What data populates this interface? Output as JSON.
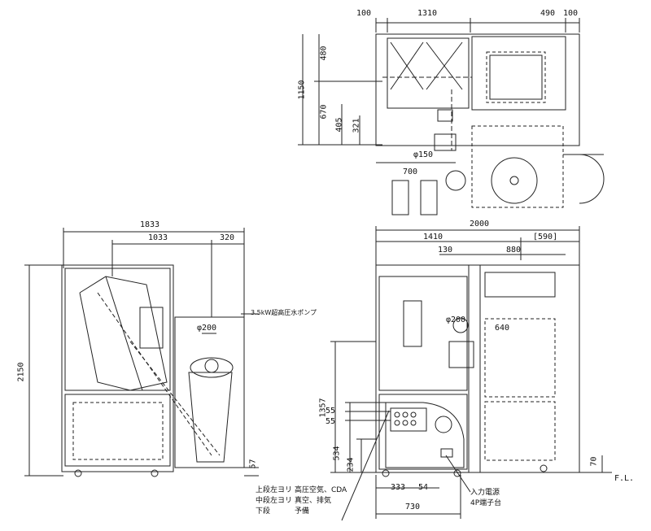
{
  "top_view": {
    "dims_top": [
      "100",
      "1310",
      "490",
      "100"
    ],
    "dims_left": [
      "480",
      "1150",
      "670",
      "405",
      "321"
    ],
    "pipe": "φ150",
    "width_700": "700"
  },
  "side_view": {
    "dims_top": [
      "1833",
      "1033",
      "320"
    ],
    "height": "2150",
    "pump_label": "3.5kW超高圧水ポンプ",
    "pump_dia": "φ200",
    "foot": "57"
  },
  "front_view": {
    "dims_top": [
      "2000",
      "1410",
      "[590]",
      "130",
      "880",
      "640"
    ],
    "pipe_dia": "φ200",
    "dims_left": [
      "1357",
      "55",
      "55",
      "534",
      "234"
    ],
    "dims_bottom": [
      "333",
      "54",
      "730"
    ],
    "foot": "70",
    "floor": "F.L."
  },
  "notes": {
    "left": [
      "上段左ヨリ",
      "中段左ヨリ",
      "下段"
    ],
    "right": [
      "高圧空気、CDA",
      "真空、排気",
      "予備"
    ],
    "power": [
      "入力電源",
      "4P端子台"
    ]
  }
}
